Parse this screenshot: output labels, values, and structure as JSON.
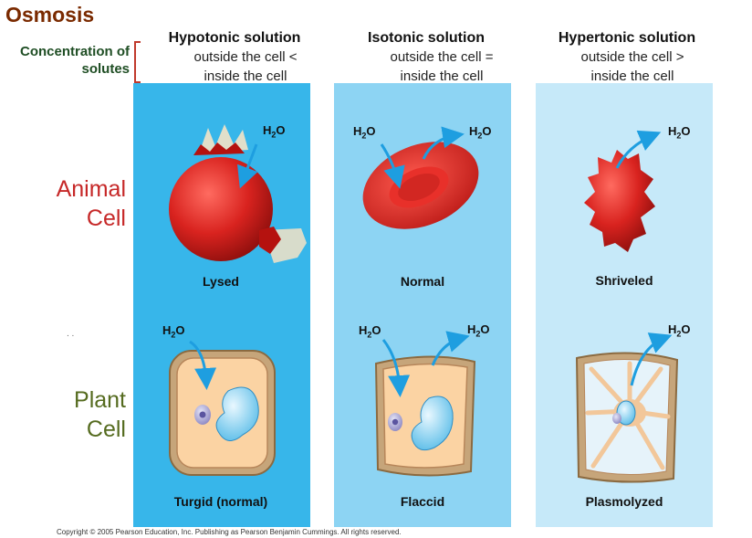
{
  "title": "Osmosis",
  "concentration_label": [
    "Concentration of",
    "solutes"
  ],
  "columns": [
    {
      "heading": "Hypotonic solution",
      "line1": "outside the cell <",
      "line2": "inside the cell",
      "animal_label": "Lysed",
      "plant_label": "Turgid (normal)"
    },
    {
      "heading": "Isotonic solution",
      "line1": "outside the cell =",
      "line2": "inside the cell",
      "animal_label": "Normal",
      "plant_label": "Flaccid"
    },
    {
      "heading": "Hypertonic solution",
      "line1": "outside the cell >",
      "line2": "inside the cell",
      "animal_label": "Shriveled",
      "plant_label": "Plasmolyzed"
    }
  ],
  "rows": {
    "animal": [
      "Animal",
      "Cell"
    ],
    "plant": [
      "Plant",
      "Cell"
    ]
  },
  "water_label": "H",
  "water_sub": "2",
  "water_tail": "O",
  "stray_dots": ". .",
  "copyright": "Copyright © 2005 Pearson Education, Inc. Publishing as Pearson Benjamin Cummings. All rights reserved.",
  "colors": {
    "hypotonic_panel": "#37b6ea",
    "isotonic_panel": "#8dd4f3",
    "hypertonic_panel": "#c6e9f9",
    "animal_text": "#c62828",
    "plant_text": "#556b1f",
    "arrow": "#1e9ee0",
    "cell_red": "#d9231f",
    "bracket": "#c0392b"
  }
}
